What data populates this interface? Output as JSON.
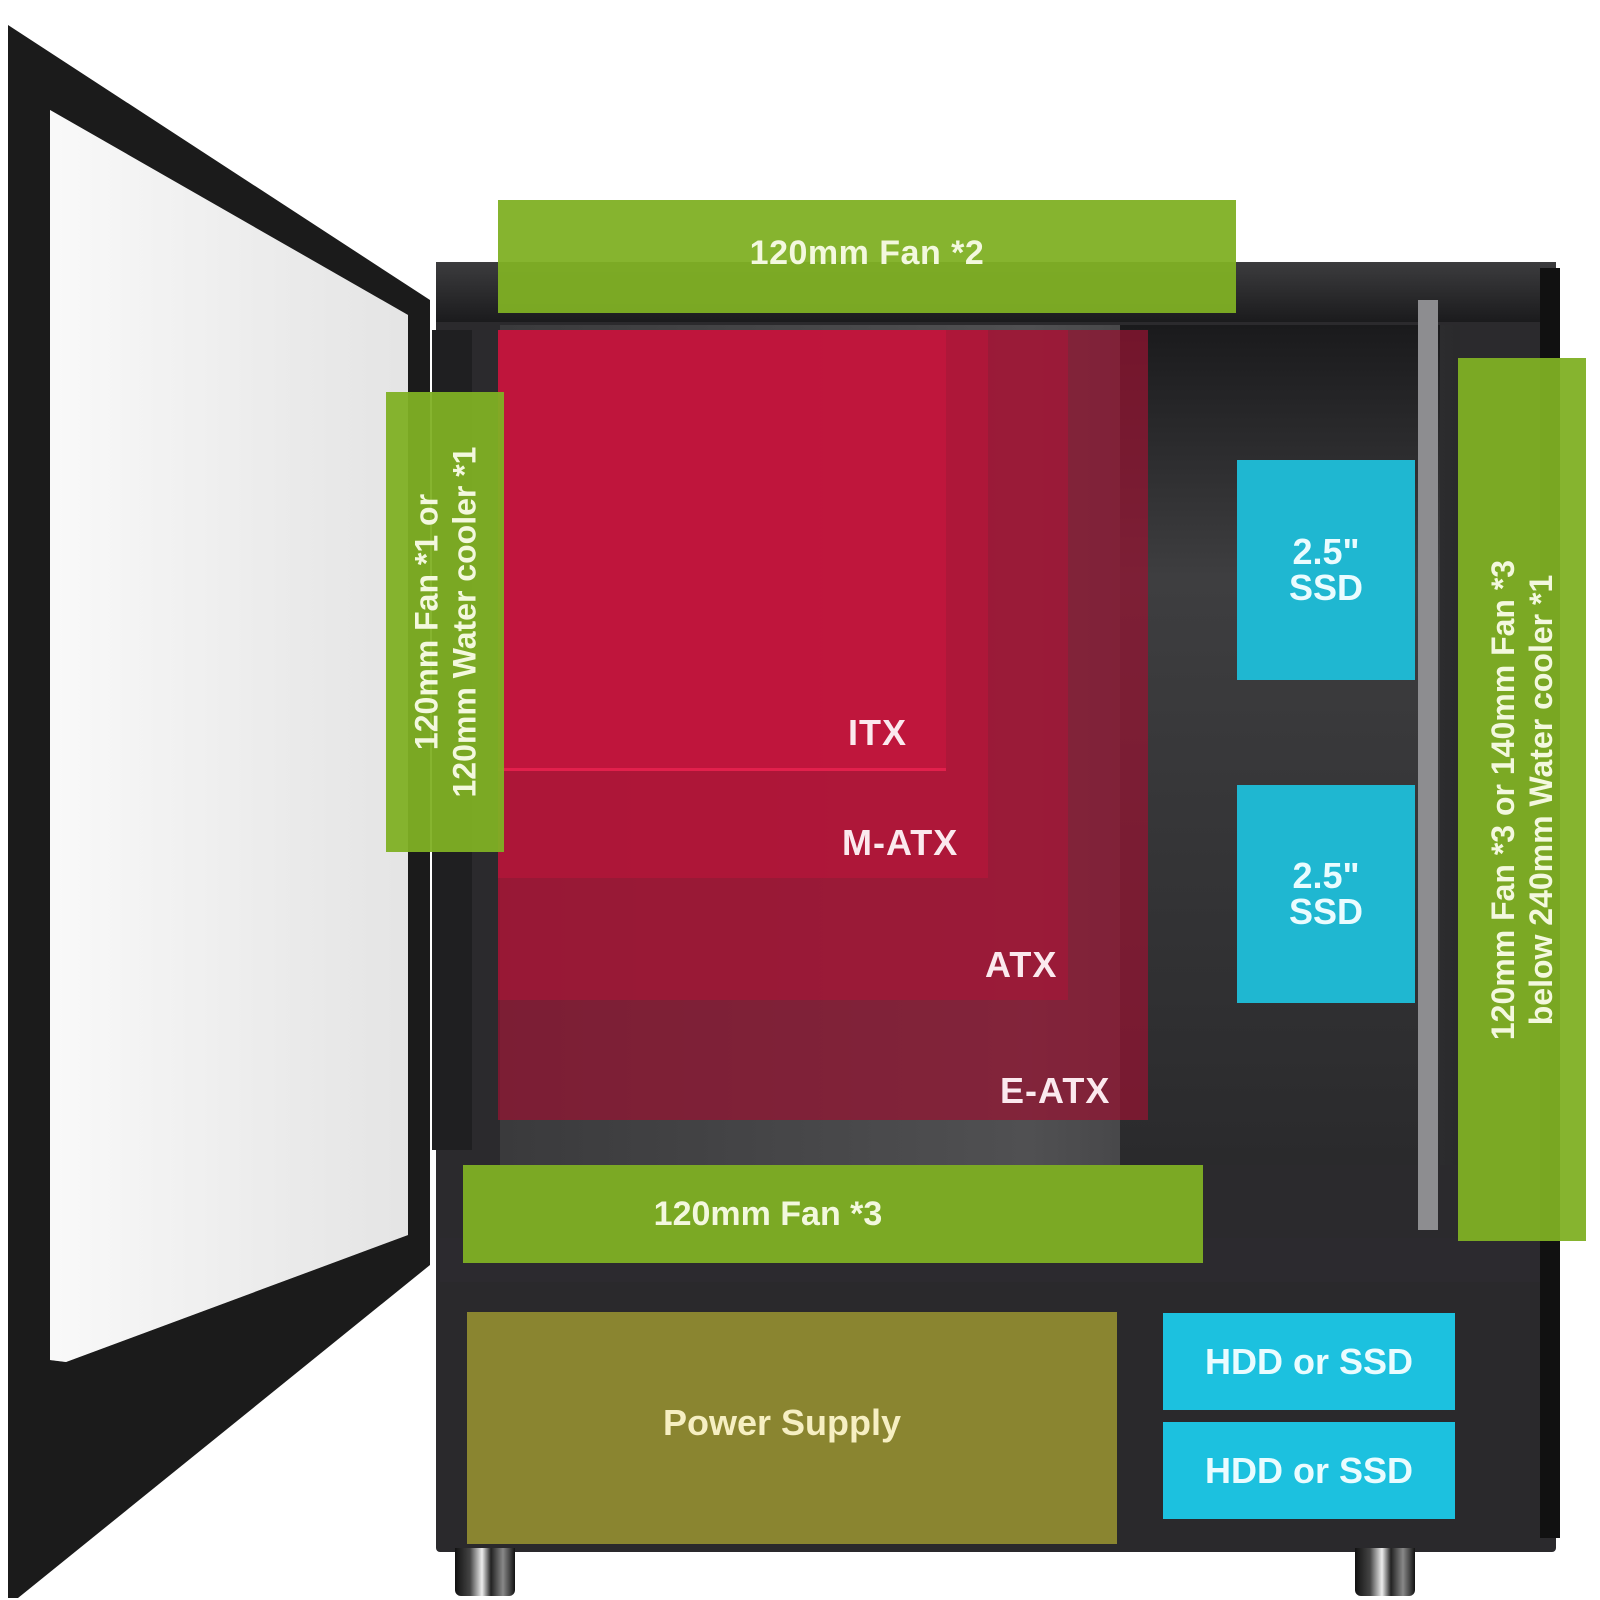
{
  "diagram": {
    "subject": "PC case internal layout (side panel open)",
    "colors": {
      "fan_green": "#80B024",
      "motherboard_red": "#C0143C",
      "drive_cyan": "#1FB7D1",
      "psu_olive": "#8A8530",
      "chassis": "#2B2A2D"
    },
    "fan_mounts": {
      "top": {
        "label": "120mm Fan *2"
      },
      "rear": {
        "line1": "120mm Fan *1 or",
        "line2": "120mm Water cooler *1"
      },
      "front": {
        "line1": "120mm Fan *3 or 140mm Fan *3",
        "line2": "below 240mm Water cooler *1"
      },
      "bottom": {
        "label": "120mm Fan *3"
      }
    },
    "motherboard_sizes": [
      {
        "label": "ITX"
      },
      {
        "label": "M-ATX"
      },
      {
        "label": "ATX"
      },
      {
        "label": "E-ATX"
      }
    ],
    "ssd_bays": [
      {
        "line1": "2.5\"",
        "line2": "SSD"
      },
      {
        "line1": "2.5\"",
        "line2": "SSD"
      }
    ],
    "drive_bays": [
      {
        "label": "HDD or SSD"
      },
      {
        "label": "HDD or SSD"
      }
    ],
    "psu": {
      "label": "Power Supply"
    }
  }
}
